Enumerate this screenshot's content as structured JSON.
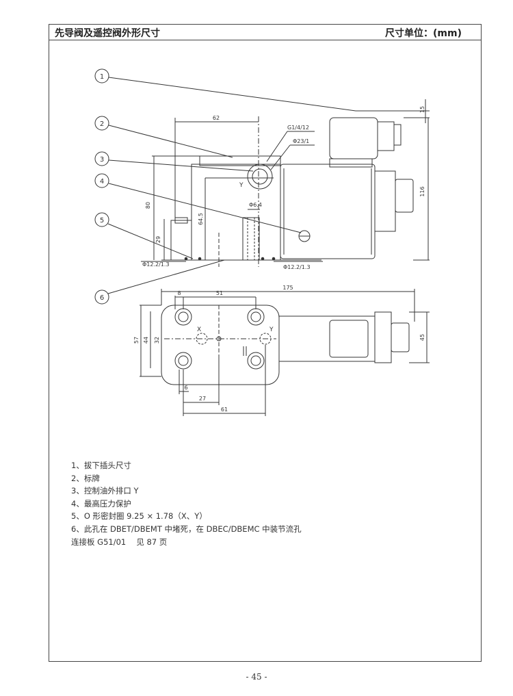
{
  "header": {
    "title": "先导阀及遥控阀外形尺寸",
    "unit": "尺寸单位：(mm)"
  },
  "callouts": [
    "1",
    "2",
    "3",
    "4",
    "5",
    "6"
  ],
  "front_view": {
    "dims": {
      "d62": "62",
      "d15": "15",
      "d116": "116",
      "d80": "80",
      "d645": "64.5",
      "d29": "29"
    },
    "labels": {
      "thread": "G1/4/12",
      "bore": "Φ23/1",
      "hole": "Φ6.4",
      "oring_left": "Φ12.2/1.3",
      "oring_right": "Φ12.2/1.3",
      "port_y": "Y"
    }
  },
  "bottom_view": {
    "dims": {
      "d175": "175",
      "d8": "8",
      "d51": "51",
      "d57": "57",
      "d44": "44",
      "d32": "32",
      "d45": "45",
      "d6": "6",
      "d27": "27",
      "d61": "61"
    },
    "labels": {
      "port_x": "X",
      "port_y": "Y"
    }
  },
  "notes": [
    "1、拔下插头尺寸",
    "2、标牌",
    "3、控制油外排口 Y",
    "4、最高压力保护",
    "5、O 形密封圈 9.25 × 1.78（X、Y）",
    "6、此孔在 DBET/DBEMT 中堵死，在 DBEC/DBEMC 中装节流孔",
    "连接板 G51/01　 见 87 页"
  ],
  "page_number": "- 45 -"
}
